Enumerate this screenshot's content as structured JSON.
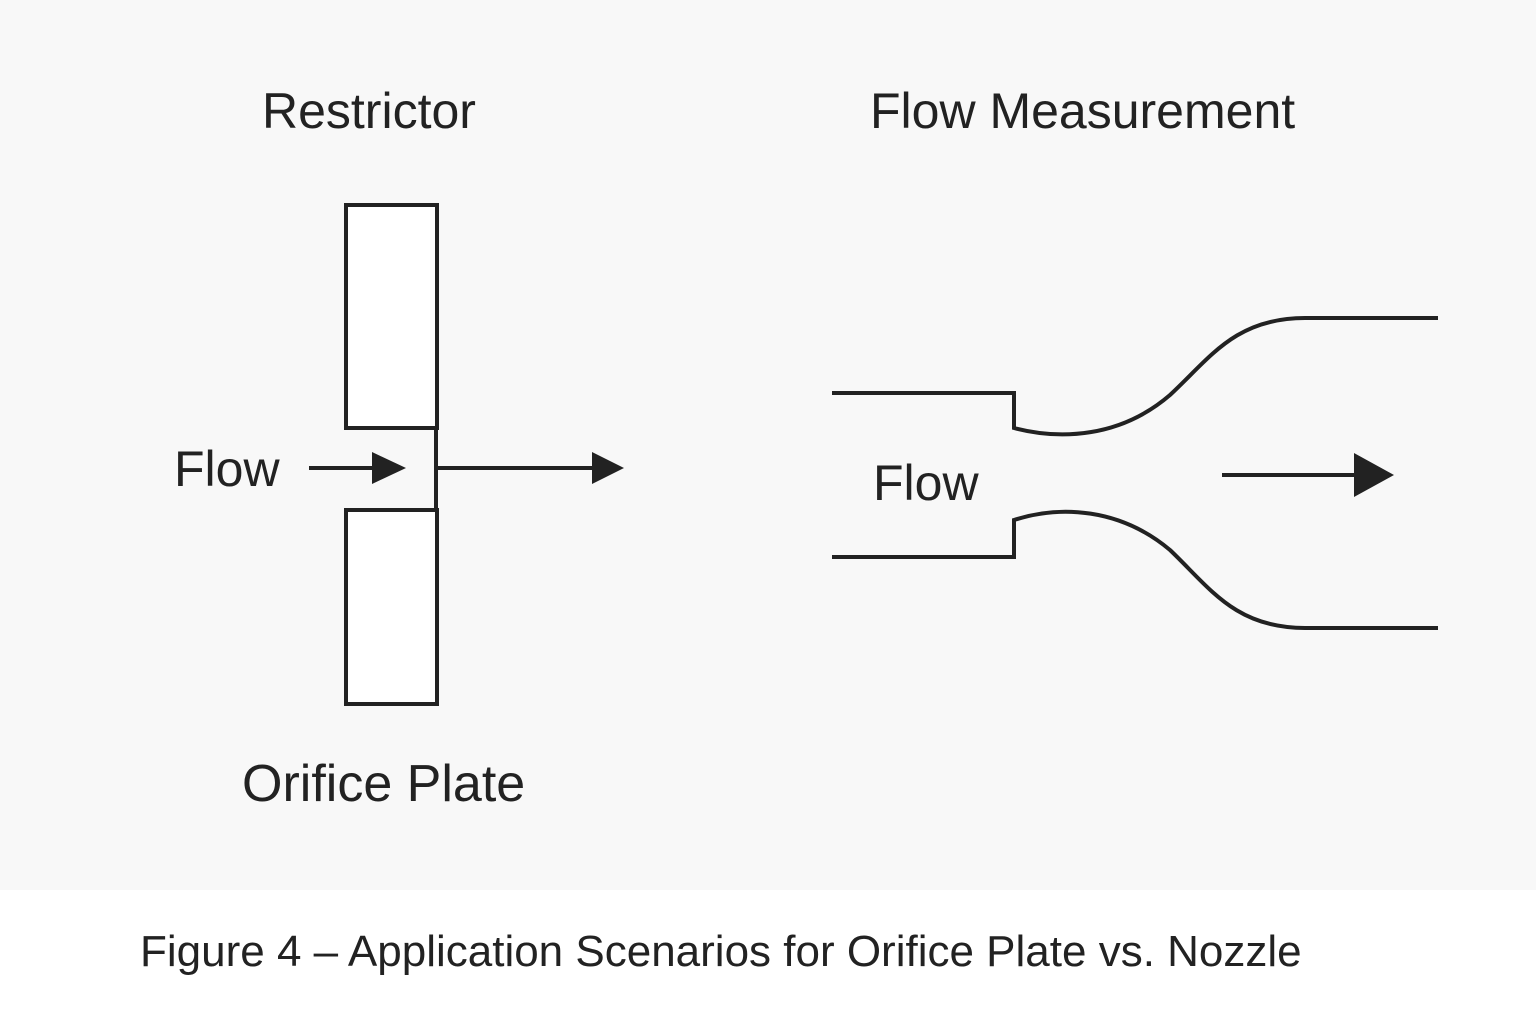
{
  "figure": {
    "caption": "Figure 4 – Application Scenarios for Orifice Plate vs. Nozzle",
    "stroke_color": "#222222",
    "background_color": "#f8f8f8"
  },
  "left_panel": {
    "title": "Restrictor",
    "flow_label": "Flow",
    "device_label": "Orifice Plate"
  },
  "right_panel": {
    "title": "Flow Measurement",
    "flow_label": "Flow"
  }
}
